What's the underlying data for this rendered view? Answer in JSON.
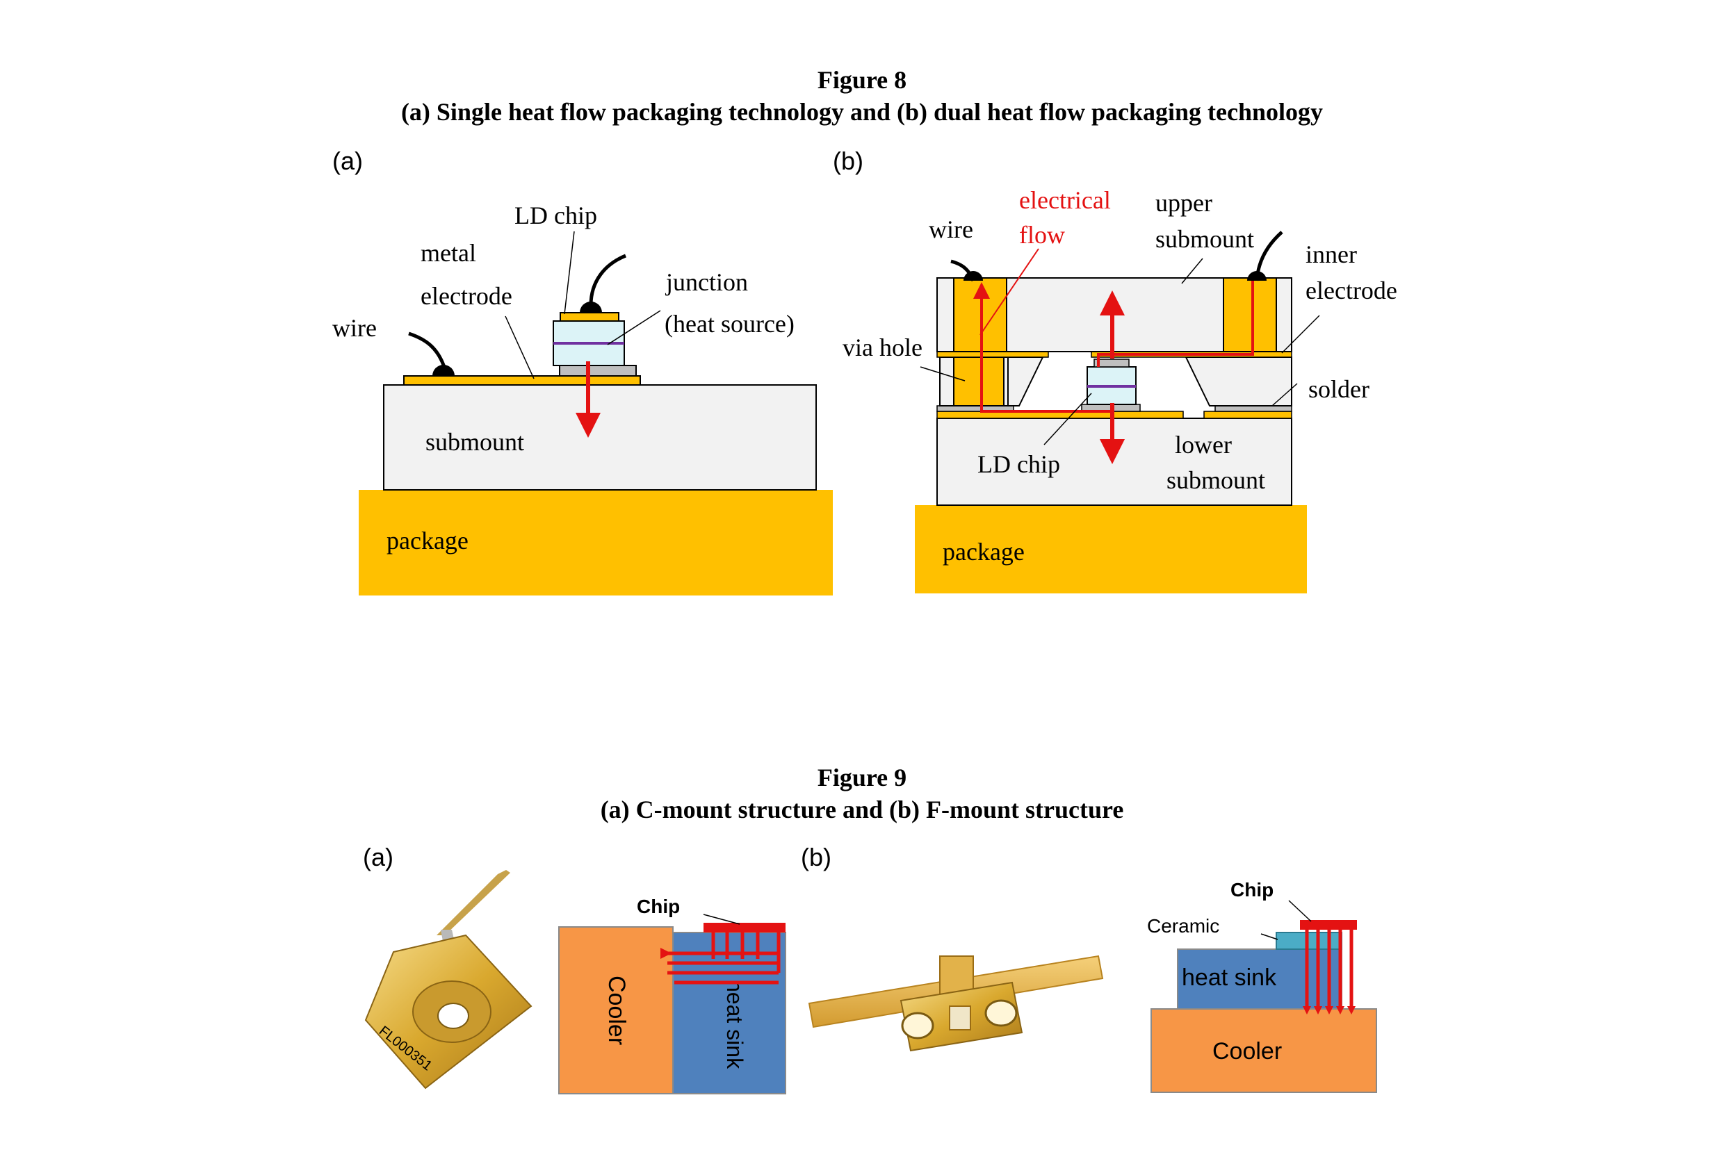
{
  "figure8": {
    "number": "Figure 8",
    "caption": "(a) Single heat flow packaging technology and (b) dual heat flow packaging technology",
    "panel_a": {
      "tag": "(a)",
      "labels": {
        "ld_chip": "LD chip",
        "metal": "metal",
        "electrode": "electrode",
        "junction": "junction",
        "heat_source": "(heat source)",
        "wire": "wire",
        "submount": "submount",
        "package": "package"
      }
    },
    "panel_b": {
      "tag": "(b)",
      "labels": {
        "wire": "wire",
        "electrical": "electrical",
        "flow": "flow",
        "upper": "upper",
        "submount": "submount",
        "inner": "inner",
        "electrode": "electrode",
        "via_hole": "via hole",
        "solder": "solder",
        "ld_chip": "LD chip",
        "lower": "lower",
        "lower_submount": "submount",
        "package": "package"
      }
    }
  },
  "figure9": {
    "number": "Figure 9",
    "caption": "(a) C-mount structure and (b) F-mount structure",
    "panel_a": {
      "tag": "(a)",
      "labels": {
        "chip": "Chip",
        "cooler": "Cooler",
        "heat_sink": "heat sink"
      },
      "photo_marking": "FL000351"
    },
    "panel_b": {
      "tag": "(b)",
      "labels": {
        "chip": "Chip",
        "ceramic": "Ceramic",
        "heat_sink": "heat sink",
        "cooler": "Cooler"
      }
    }
  },
  "colors": {
    "package_gold": "#ffc000",
    "submount_gray": "#f2f2f2",
    "heat_flow_red": "#e41212",
    "cooler_orange": "#f79646",
    "heatsink_blue": "#4f81bd",
    "ceramic_teal": "#4bacc6",
    "chip_cyan": "#dcf3f7",
    "junction_purple": "#7030a0"
  }
}
